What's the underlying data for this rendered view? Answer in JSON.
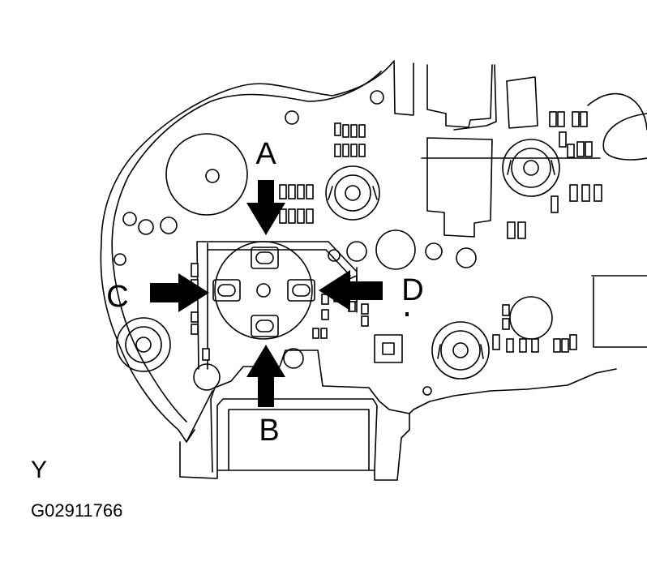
{
  "labels": {
    "arrow_a": "A",
    "arrow_b": "B",
    "arrow_c": "C",
    "arrow_d": "D",
    "view": "Y",
    "figure_code": "G02911766"
  },
  "colors": {
    "line": "#000000",
    "background": "#ffffff"
  }
}
